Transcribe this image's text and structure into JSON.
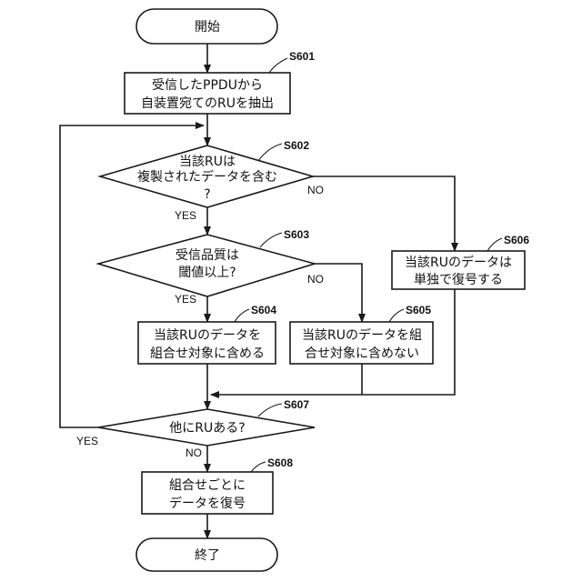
{
  "flowchart": {
    "start": "開始",
    "end": "終了",
    "s601": {
      "id": "S601",
      "line1": "受信したPPDUから",
      "line2": "自装置宛てのRUを抽出"
    },
    "s602": {
      "id": "S602",
      "line1": "当該RUは",
      "line2": "複製されたデータを含む",
      "line3": "?"
    },
    "s603": {
      "id": "S603",
      "line1": "受信品質は",
      "line2": "閾値以上?"
    },
    "s604": {
      "id": "S604",
      "line1": "当該RUのデータを",
      "line2": "組合せ対象に含める"
    },
    "s605": {
      "id": "S605",
      "line1": "当該RUのデータを組",
      "line2": "合せ対象に含めない"
    },
    "s606": {
      "id": "S606",
      "line1": "当該RUのデータは",
      "line2": "単独で復号する"
    },
    "s607": {
      "id": "S607",
      "line1": "他にRUある?"
    },
    "s608": {
      "id": "S608",
      "line1": "組合せごとに",
      "line2": "データを復号"
    },
    "labels": {
      "yes": "YES",
      "no": "NO"
    }
  }
}
